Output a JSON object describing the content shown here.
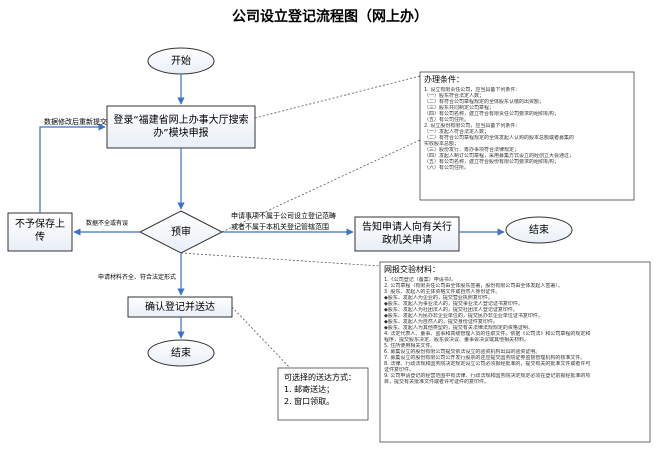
{
  "title": "公司设立登记流程图（网上办）",
  "nodes": {
    "start": "开始",
    "login": "登录“福建省网上办事大厅搜索办”模块申报",
    "review": "预审",
    "not_save": "不予保存上传",
    "confirm": "确认登记并送达",
    "end1": "结束",
    "inform": "告知申请人向有关行政机关申请",
    "end2": "结束"
  },
  "edges": {
    "resubmit": "数据修改后重新提交",
    "not_meet": "数据不全或有误",
    "outside_scope": "申请事项不属于公司设立登记范畴",
    "outside_jurisdiction": "或者不属于本机关登记管辖范围",
    "complete": "申请材料齐全、符合法定形式"
  },
  "notes": {
    "conditions": {
      "heading": "办理条件：",
      "lines": [
        "1. 设立有限责任公司，应当具备下列条件：",
        "（一）股东符合法定人数；",
        "（二）有符合公司章程规定的全体股东认缴的出资额；",
        "（三）股东共同制定公司章程；",
        "（四）有公司名称，建立符合有限责任公司要求的组织机构；",
        "（五）有公司住所。",
        "2. 设立股份有限公司，应当具备下列条件：",
        "（一）发起人符合法定人数；",
        "（二）有符合公司章程规定的全体发起人认购的股本总额或者募集的",
        "实收股本总额；",
        "（三）股份发行、筹办事项符合法律规定；",
        "（四）发起人制订公司章程，采用募集方式设立的经创立大会通过；",
        "（五）有公司名称，建立符合股份有限公司要求的组织机构；",
        "（六）有公司住所。"
      ]
    },
    "materials": {
      "heading": "网报交验材料：",
      "lines": [
        "1.《公司登记（备案）申请书》。",
        "2. 公司章程（有限责任公司由全体股东签署，股份有限公司由全体发起人签署）。",
        "3. 股东、发起人的主体资格文件或自然人身份证件。",
        "◆股东、发起人为企业的，提交营业执照复印件。",
        "◆股东、发起人为事业法人的，提交事业法人登记证书复印件。",
        "◆股东、发起人为社团法人的，提交社团法人登记证复印件。",
        "◆股东、发起人为民办非企业单位的，提交民办非企业单位证书复印件。",
        "◆股东、发起人为自然人的，提交身份证件复印件。",
        "◆股东、发起人为其他类型的，提交有关法律法规规定的资格证明。",
        "4. 法定代表人、董事、监事和高级管理人员的任职文件。依据《公司法》和公司章程的规定和",
        "程序，提交股东决定、股东会决议、董事会决议或其他相关材料。",
        "5. 住所使用相关文件。",
        "6. 募集设立的股份有限公司提交依法设立的验资机构出具的验资证明。",
        "7. 募集设立的股份有限公司公开发行股票的还应提交国务院证券监督管理机构的核准文件。",
        "8. 法律、行政法规和国务院决定规定设立公司必须报经批准的，提交有关的批准文件或者许可",
        "证件复印件。",
        "9. 公司申请登记的经营范围中有法律、行政法规和国务院决定规定必须在登记前报经批准的项",
        "目，提交有关批准文件或者许可证件的复印件。"
      ]
    },
    "delivery": {
      "heading": "可选择的送达方式：",
      "lines": [
        "1. 邮寄送达；",
        "2. 窗口领取。"
      ]
    }
  }
}
